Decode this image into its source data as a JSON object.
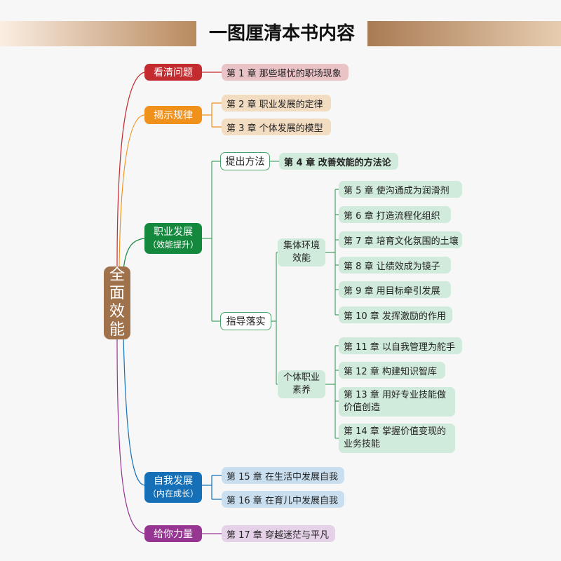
{
  "title": "一图厘清本书内容",
  "root": {
    "chars": [
      "全",
      "面",
      "效",
      "能"
    ]
  },
  "sections": {
    "s1": {
      "label": "看清问题",
      "chapters": [
        "第 1 章 那些堪忧的职场现象"
      ]
    },
    "s2": {
      "label": "揭示规律",
      "chapters": [
        "第 2 章 职业发展的定律",
        "第 3 章 个体发展的模型"
      ]
    },
    "s3": {
      "label": "职业发展",
      "sub": "（效能提升）",
      "methods": {
        "label": "提出方法",
        "chapters": [
          "第 4 章 改善效能的方法论"
        ]
      },
      "practice": {
        "label": "指导落实",
        "collective": {
          "label": "集体环境效能",
          "chapters": [
            "第 5 章 使沟通成为润滑剂",
            "第 6 章 打造流程化组织",
            "第 7 章 培育文化氛围的土壤",
            "第 8 章 让绩效成为镜子",
            "第 9 章 用目标牵引发展",
            "第 10 章 发挥激励的作用"
          ]
        },
        "individual": {
          "label": "个体职业素养",
          "chapters": [
            "第 11 章 以自我管理为舵手",
            "第 12 章 构建知识智库",
            "第 13 章 用好专业技能做价值创造",
            "第 14 章 掌握价值变现的业务技能"
          ]
        }
      }
    },
    "s4": {
      "label": "自我发展",
      "sub": "（内在成长）",
      "chapters": [
        "第 15 章 在生活中发展自我",
        "第 16 章 在育儿中发展自我"
      ]
    },
    "s5": {
      "label": "给你力量",
      "chapters": [
        "第 17 章 穿越迷茫与平凡"
      ]
    }
  },
  "colors": {
    "root": "#a0724c",
    "red": "#c42b2f",
    "orange": "#f0911c",
    "green": "#14883c",
    "blue": "#1570b8",
    "purple": "#963692"
  }
}
